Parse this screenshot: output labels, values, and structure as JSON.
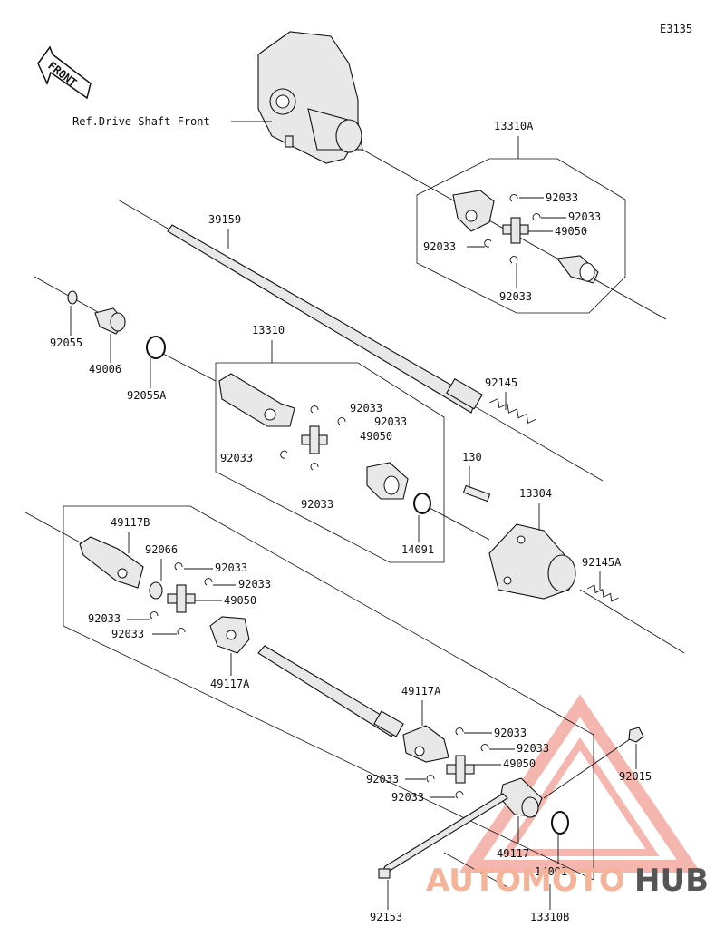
{
  "diagram_code": "E3135",
  "front_label": "FRONT",
  "reference_note": "Ref.Drive Shaft-Front",
  "parts": {
    "p13310A": "13310A",
    "p39159": "39159",
    "p92055": "92055",
    "p49006": "49006",
    "p92055A": "92055A",
    "p13310": "13310",
    "p92145": "92145",
    "p130": "130",
    "p13304": "13304",
    "p14091_upper": "14091",
    "p92145A": "92145A",
    "p49117B": "49117B",
    "p92066": "92066",
    "p49117A_left": "49117A",
    "p49117A_right": "49117A",
    "p92015": "92015",
    "p49117": "49117",
    "p14091_lower": "14091",
    "p92153": "92153",
    "p13310B": "13310B",
    "p92033_a1": "92033",
    "p92033_a2": "92033",
    "p92033_a3": "92033",
    "p92033_a4": "92033",
    "p49050_a": "49050",
    "p92033_b1": "92033",
    "p92033_b2": "92033",
    "p92033_b3": "92033",
    "p92033_b4": "92033",
    "p49050_b": "49050",
    "p92033_c1": "92033",
    "p92033_c2": "92033",
    "p92033_c3": "92033",
    "p92033_c4": "92033",
    "p49050_c": "49050",
    "p92033_d1": "92033",
    "p92033_d2": "92033",
    "p92033_d3": "92033",
    "p92033_d4": "92033",
    "p49050_d": "49050"
  },
  "watermark": {
    "part1": "AUTO",
    "part2": "MOTO",
    "part3": "HUB",
    "color_main": "#f5b39a",
    "color_accent": "#e8443a",
    "color_dark": "#555555"
  }
}
